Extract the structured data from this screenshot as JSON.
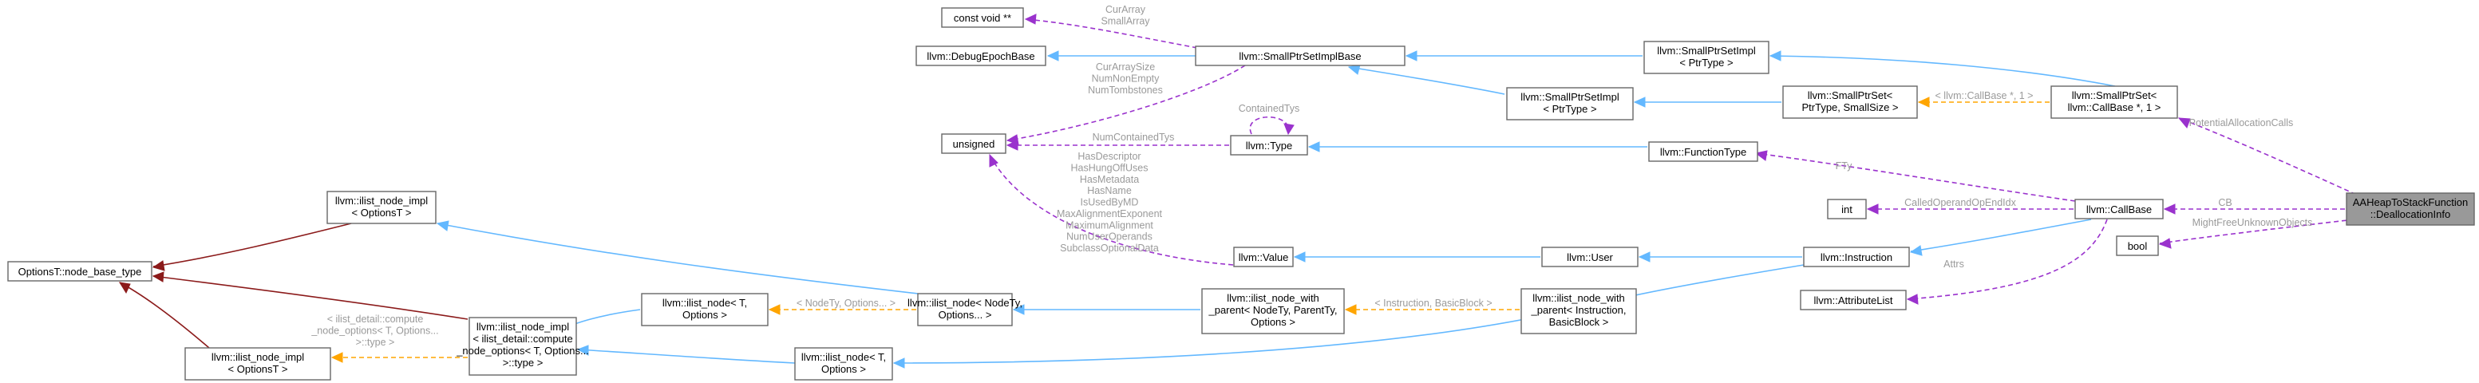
{
  "nodes": {
    "const_void": {
      "lines": [
        "const void **"
      ]
    },
    "debug_epoch_base": {
      "lines": [
        "llvm::DebugEpochBase"
      ]
    },
    "small_ptr_set_impl_base": {
      "lines": [
        "llvm::SmallPtrSetImplBase"
      ]
    },
    "small_ptr_set_impl_1": {
      "lines": [
        "llvm::SmallPtrSetImpl",
        "< PtrType >"
      ]
    },
    "small_ptr_set_impl_2": {
      "lines": [
        "llvm::SmallPtrSetImpl",
        "< PtrType >"
      ]
    },
    "small_ptr_set_tmpl": {
      "lines": [
        "llvm::SmallPtrSet<",
        "PtrType, SmallSize >"
      ]
    },
    "small_ptr_set_callbase": {
      "lines": [
        "llvm::SmallPtrSet<",
        "llvm::CallBase *, 1 >"
      ]
    },
    "unsigned": {
      "lines": [
        "unsigned"
      ]
    },
    "llvm_type": {
      "lines": [
        "llvm::Type"
      ]
    },
    "function_type": {
      "lines": [
        "llvm::FunctionType"
      ]
    },
    "int": {
      "lines": [
        "int"
      ]
    },
    "call_base": {
      "lines": [
        "llvm::CallBase"
      ]
    },
    "focus": {
      "lines": [
        "AAHeapToStackFunction",
        "::DeallocationInfo"
      ]
    },
    "bool": {
      "lines": [
        "bool"
      ]
    },
    "llvm_value": {
      "lines": [
        "llvm::Value"
      ]
    },
    "llvm_user": {
      "lines": [
        "llvm::User"
      ]
    },
    "llvm_instruction": {
      "lines": [
        "llvm::Instruction"
      ]
    },
    "attribute_list": {
      "lines": [
        "llvm::AttributeList"
      ]
    },
    "ilist_impl_top": {
      "lines": [
        "llvm::ilist_node_impl",
        "< OptionsT >"
      ]
    },
    "options_base": {
      "lines": [
        "OptionsT::node_base_type"
      ]
    },
    "ilist_node_options": {
      "lines": [
        "llvm::ilist_node< T,",
        "Options >"
      ]
    },
    "ilist_node_nodety": {
      "lines": [
        "llvm::ilist_node< NodeTy,",
        "Options... >"
      ]
    },
    "ilist_with_parent_tmpl": {
      "lines": [
        "llvm::ilist_node_with",
        "_parent< NodeTy, ParentTy,",
        "Options >"
      ]
    },
    "ilist_with_parent_inst": {
      "lines": [
        "llvm::ilist_node_with",
        "_parent< Instruction,",
        "BasicBlock >"
      ]
    },
    "ilist_impl_compute": {
      "lines": [
        "llvm::ilist_node_impl",
        "< ilist_detail::compute",
        "_node_options< T, Options...",
        ">::type >"
      ]
    },
    "ilist_impl_bottom": {
      "lines": [
        "llvm::ilist_node_impl",
        "< OptionsT >"
      ]
    },
    "ilist_node_bottom": {
      "lines": [
        "llvm::ilist_node< T,",
        "Options >"
      ]
    }
  },
  "edge_labels": {
    "cur_array": [
      "CurArray",
      "SmallArray"
    ],
    "cur_array_size": [
      "CurArraySize",
      "NumNonEmpty",
      "NumTombstones"
    ],
    "contained_tys": [
      "ContainedTys"
    ],
    "num_contained_tys": [
      "NumContainedTys"
    ],
    "value_fields": [
      "HasDescriptor",
      "HasHungOffUses",
      "HasMetadata",
      "HasName",
      "IsUsedByMD",
      "MaxAlignmentExponent",
      "MaximumAlignment",
      "NumUserOperands",
      "SubclassOptionalData"
    ],
    "callbase_tmpl": [
      "< llvm::CallBase *, 1 >"
    ],
    "potential_allocation_calls": [
      "PotentialAllocationCalls"
    ],
    "fty": [
      "FTy"
    ],
    "called_operands": [
      "CalledOperandOpEndIdx"
    ],
    "cb": [
      "CB"
    ],
    "might_free": [
      "MightFreeUnknownObjects"
    ],
    "attrs": [
      "Attrs"
    ],
    "nodety_options": [
      "< NodeTy, Options... >"
    ],
    "instruction_basicblock": [
      "< Instruction, BasicBlock >"
    ],
    "compute_options": [
      "< ilist_detail::compute",
      "_node_options< T, Options...",
      ">::type >"
    ]
  },
  "colors": {
    "inheritance": "#63b8ff",
    "usage": "#9a32cd",
    "template": "#ffa500",
    "private_inheritance": "#8b1a1a",
    "focus_fill": "#999999",
    "label": "#9a9a9a"
  }
}
